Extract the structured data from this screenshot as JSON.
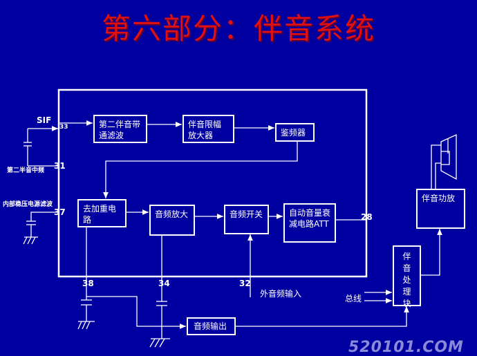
{
  "title": "第六部分：伴音系统",
  "blocks": {
    "bandpass": "第二伴音带通滤波",
    "limiter": "伴音限幅放大器",
    "discriminator": "鉴频器",
    "deemphasis": "去加重电路",
    "audio_amp": "音频放大",
    "audio_switch": "音频开关",
    "att": "自动音量衰减电路ATT",
    "power_amp": "伴音功放",
    "processor": "伴音处理块",
    "audio_out": "音频输出"
  },
  "labels": {
    "sif": "SIF",
    "second_if": "第二半音中频",
    "regulator_filter": "内部稳压电源滤波",
    "ext_input": "外音频输入",
    "bus": "总线"
  },
  "pins": {
    "p33": "33",
    "p31": "31",
    "p37": "37",
    "p28": "28",
    "p38": "38",
    "p34": "34",
    "p32": "32"
  },
  "watermark": "520101.COM"
}
